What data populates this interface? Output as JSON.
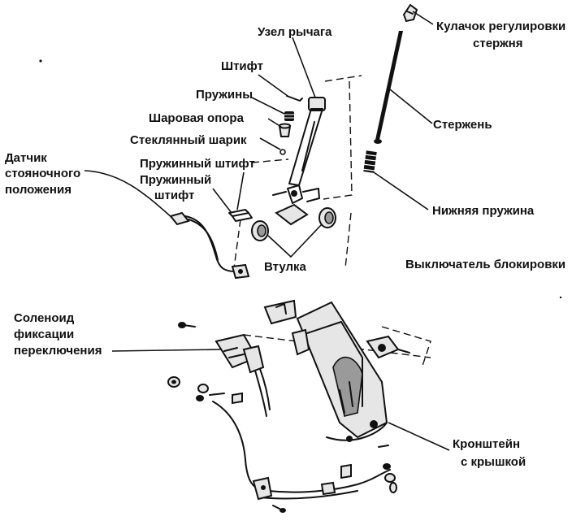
{
  "labels": {
    "lever_assembly": "Узел рычага",
    "adjust_cam_line1": "Кулачок регулировки",
    "adjust_cam_line2": "стержня",
    "pin": "Штифт",
    "springs": "Пружины",
    "ball_seat": "Шаровая опора",
    "glass_ball": "Стеклянный шарик",
    "rod": "Стержень",
    "park_sensor_line1": "Датчик",
    "park_sensor_line2": "стояночного",
    "park_sensor_line3": "положения",
    "spring_pin_1": "Пружинный штифт",
    "spring_pin_2_line1": "Пружинный",
    "spring_pin_2_line2": "штифт",
    "lower_spring": "Нижняя пружина",
    "bushing": "Втулка",
    "lock_switch": "Выключатель блокировки",
    "solenoid_line1": "Соленоид",
    "solenoid_line2": "фиксации",
    "solenoid_line3": "переключения",
    "bracket_line1": "Кронштейн",
    "bracket_line2": "с крышкой"
  }
}
